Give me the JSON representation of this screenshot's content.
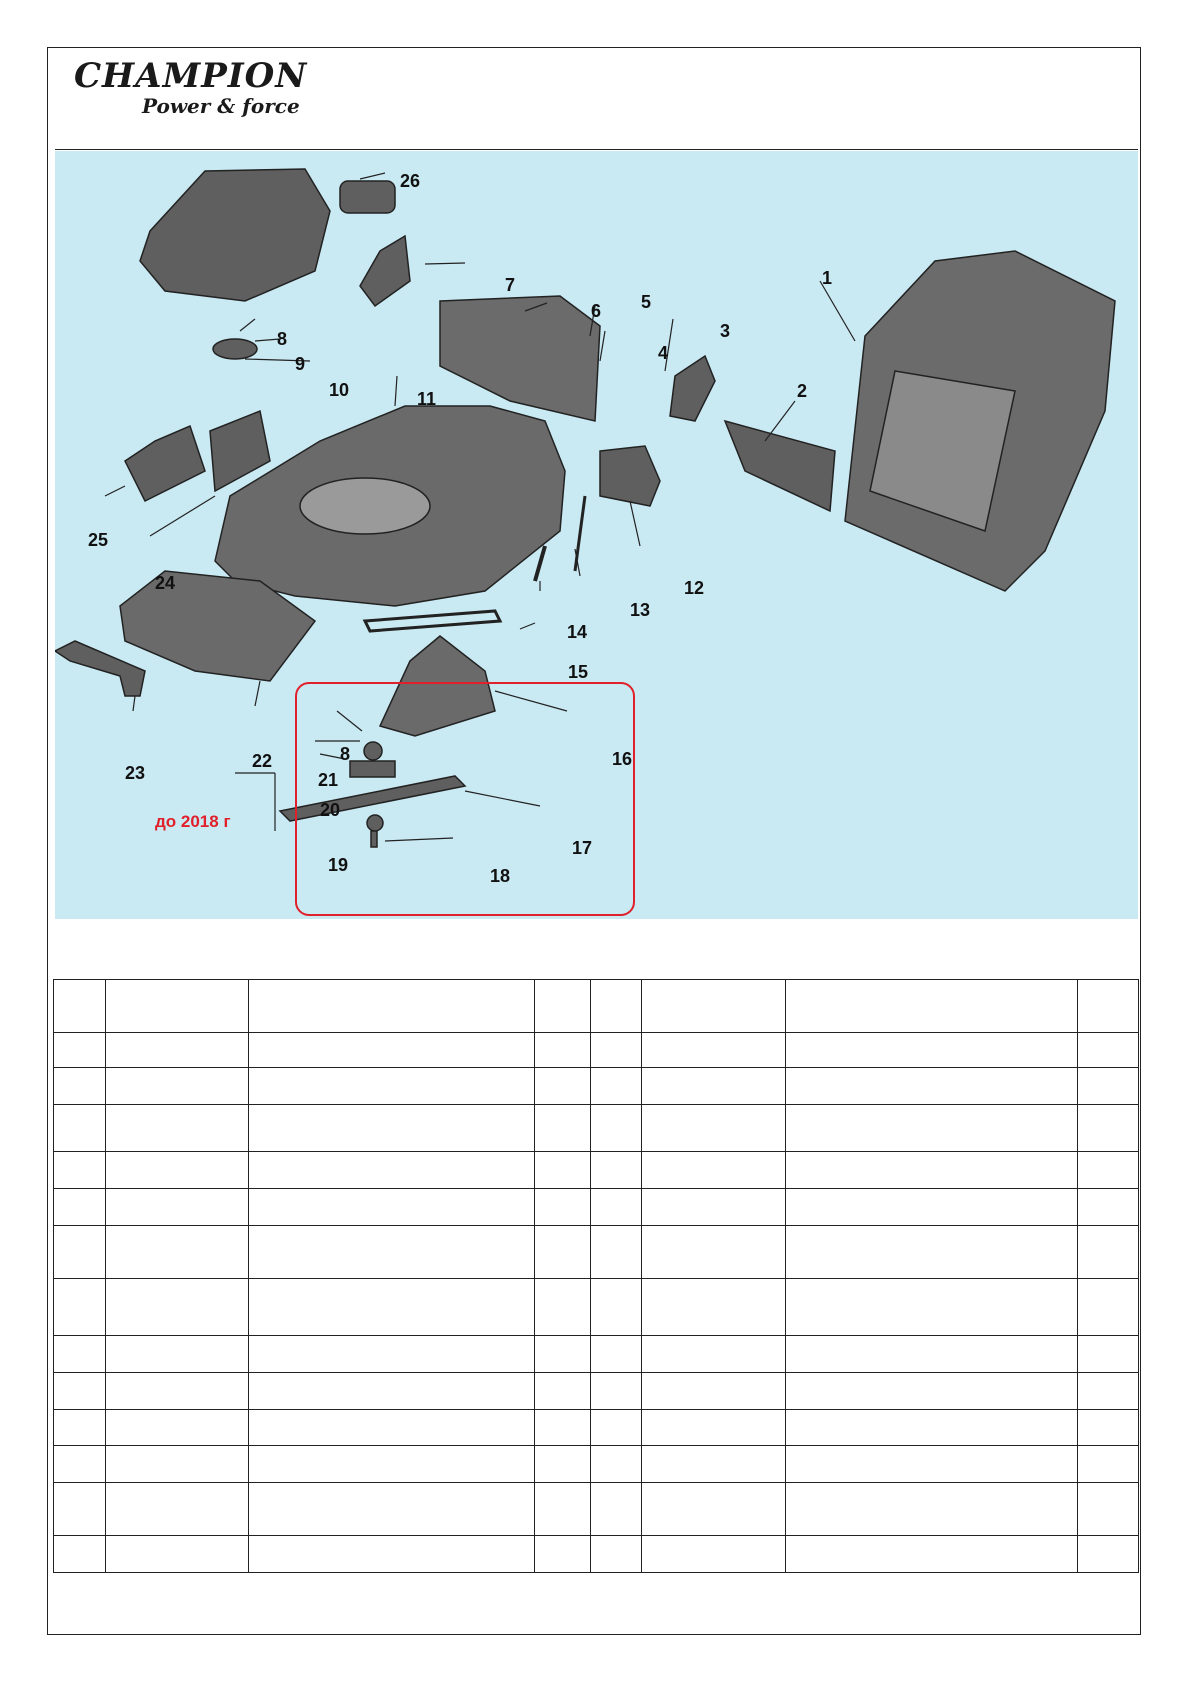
{
  "logo": {
    "brand": "CHAMPION",
    "tagline": "Power & force"
  },
  "diagram": {
    "callouts": [
      "1",
      "2",
      "3",
      "4",
      "5",
      "6",
      "7",
      "8",
      "9",
      "10",
      "11",
      "12",
      "13",
      "14",
      "15",
      "16",
      "17",
      "18",
      "19",
      "20",
      "21",
      "22",
      "23",
      "24",
      "25",
      "26",
      "8"
    ],
    "note": "до 2018 г"
  },
  "colors": {
    "diagram_bg": "#c9e9f3",
    "highlight": "#e0202a",
    "part_fill": "#5f5f5f"
  },
  "table": {
    "header": [
      "",
      "",
      "",
      "",
      "",
      "",
      "",
      ""
    ],
    "rows": [
      [
        "",
        "",
        "",
        "",
        "",
        "",
        "",
        ""
      ],
      [
        "",
        "",
        "",
        "",
        "",
        "",
        "",
        ""
      ],
      [
        "",
        "",
        "",
        "",
        "",
        "",
        "",
        ""
      ],
      [
        "",
        "",
        "",
        "",
        "",
        "",
        "",
        ""
      ],
      [
        "",
        "",
        "",
        "",
        "",
        "",
        "",
        ""
      ],
      [
        "",
        "",
        "",
        "",
        "",
        "",
        "",
        ""
      ],
      [
        "",
        "",
        "",
        "",
        "",
        "",
        "",
        ""
      ],
      [
        "",
        "",
        "",
        "",
        "",
        "",
        "",
        ""
      ],
      [
        "",
        "",
        "",
        "",
        "",
        "",
        "",
        ""
      ],
      [
        "",
        "",
        "",
        "",
        "",
        "",
        "",
        ""
      ],
      [
        "",
        "",
        "",
        "",
        "",
        "",
        "",
        ""
      ],
      [
        "",
        "",
        "",
        "",
        "",
        "",
        "",
        ""
      ],
      [
        "",
        "",
        "",
        "",
        "",
        "",
        "",
        ""
      ],
      [
        "",
        "",
        "",
        "",
        "",
        "",
        "",
        ""
      ]
    ]
  }
}
